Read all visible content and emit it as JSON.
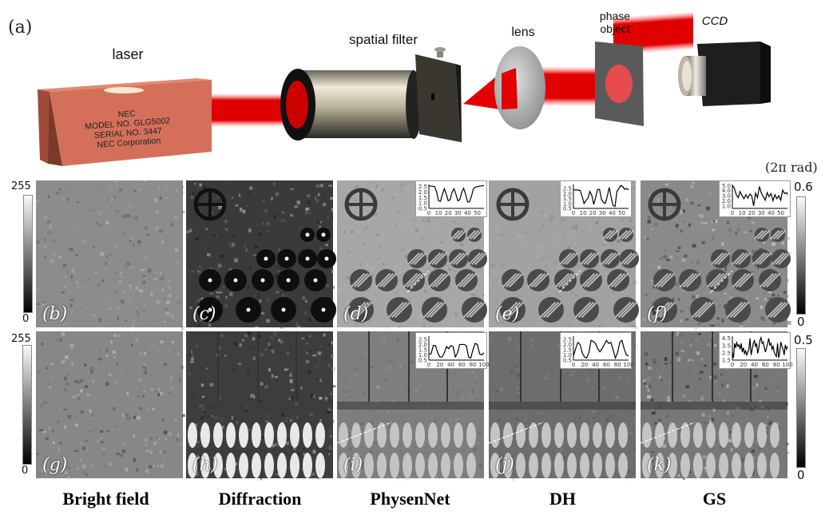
{
  "setup": {
    "panel_label": "(a)",
    "components": {
      "laser": "laser",
      "laser_plate": [
        "NEC",
        "MODEL NO. GLG5002",
        "SERIAL NO. 3447",
        "NEC Corporation"
      ],
      "spatial_filter": "spatial filter",
      "lens": "lens",
      "phase_object_line1": "phase",
      "phase_object_line2": "object",
      "ccd": "CCD"
    },
    "colors": {
      "beam": "#e00000",
      "laser_body": "#d4705a",
      "ccd_body": "#1c1c1c"
    }
  },
  "units_label": "(2π rad)",
  "colorbars": {
    "left_top": {
      "max": "255",
      "min": "0"
    },
    "left_bottom": {
      "max": "255",
      "min": "0"
    },
    "right_top": {
      "max": "0.6",
      "min": "0"
    },
    "right_bottom": {
      "max": "0.5",
      "min": "0"
    }
  },
  "columns": [
    "Bright field",
    "Diffraction",
    "PhysenNet",
    "DH",
    "GS"
  ],
  "panels": {
    "b": "(b)",
    "c": "(c)",
    "d": "(d)",
    "e": "(e)",
    "f": "(f)",
    "g": "(g)",
    "h": "(h)",
    "i": "(i)",
    "j": "(j)",
    "k": "(k)"
  },
  "chart_data": [
    {
      "type": "line",
      "panel": "d",
      "title": "",
      "xlabel": "",
      "ylabel": "",
      "xlim": [
        0,
        57
      ],
      "ylim": [
        0.5,
        2.7
      ],
      "xticks": [
        "0",
        "10",
        "20",
        "30",
        "40",
        "50"
      ],
      "yticks": [
        "0.5",
        "1.0",
        "1.5",
        "2.0",
        "2.5"
      ],
      "x": [
        0,
        3,
        6,
        8,
        10,
        12,
        14,
        16,
        18,
        20,
        22,
        24,
        26,
        28,
        30,
        32,
        34,
        36,
        38,
        40,
        42,
        44,
        46,
        48,
        50,
        53,
        57
      ],
      "y": [
        2.55,
        2.55,
        2.5,
        2.0,
        1.2,
        1.15,
        1.8,
        2.3,
        1.8,
        1.2,
        1.3,
        2.0,
        2.3,
        1.8,
        1.2,
        1.3,
        2.0,
        2.35,
        1.8,
        1.1,
        1.1,
        1.6,
        2.3,
        2.45,
        2.5,
        2.55,
        2.6
      ]
    },
    {
      "type": "line",
      "panel": "e",
      "title": "",
      "xlabel": "",
      "ylabel": "",
      "xlim": [
        0,
        57
      ],
      "ylim": [
        0.5,
        2.9
      ],
      "xticks": [
        "0",
        "10",
        "20",
        "30",
        "40",
        "50"
      ],
      "yticks": [
        "0.5",
        "1.0",
        "1.5",
        "2.0",
        "2.5"
      ],
      "x": [
        0,
        4,
        7,
        9,
        11,
        13,
        15,
        17,
        19,
        21,
        23,
        25,
        27,
        29,
        31,
        33,
        35,
        37,
        39,
        41,
        43,
        45,
        47,
        49,
        51,
        53,
        55,
        57
      ],
      "y": [
        2.35,
        2.35,
        2.3,
        1.7,
        1.0,
        1.3,
        1.5,
        2.2,
        1.8,
        0.9,
        1.6,
        2.4,
        2.4,
        1.4,
        1.1,
        1.0,
        1.7,
        2.6,
        1.6,
        0.8,
        0.7,
        2.2,
        2.5,
        2.8,
        2.7,
        2.4,
        2.5,
        2.35
      ]
    },
    {
      "type": "line",
      "panel": "f",
      "title": "",
      "xlabel": "",
      "ylabel": "",
      "xlim": [
        0,
        57
      ],
      "ylim": [
        0.5,
        5.2
      ],
      "xticks": [
        "0",
        "10",
        "20",
        "30",
        "40",
        "50"
      ],
      "yticks": [
        "1.0",
        "2.0",
        "3.0",
        "4.0",
        "5.0"
      ],
      "x": [
        0,
        2,
        4,
        6,
        8,
        10,
        12,
        14,
        16,
        18,
        20,
        22,
        24,
        26,
        28,
        30,
        32,
        34,
        36,
        38,
        40,
        42,
        44,
        46,
        48,
        50,
        52,
        54,
        56,
        57
      ],
      "y": [
        5.0,
        4.5,
        3.2,
        2.6,
        3.8,
        3.0,
        2.4,
        3.2,
        2.5,
        3.3,
        3.0,
        1.0,
        3.5,
        2.6,
        4.8,
        3.5,
        2.8,
        2.1,
        3.6,
        2.8,
        3.4,
        2.0,
        3.2,
        2.4,
        3.0,
        2.1,
        4.1,
        3.4,
        3.6,
        3.2
      ]
    },
    {
      "type": "line",
      "panel": "i",
      "title": "",
      "xlabel": "",
      "ylabel": "",
      "xlim": [
        0,
        100
      ],
      "ylim": [
        0.5,
        2.8
      ],
      "xticks": [
        "0",
        "20",
        "40",
        "60",
        "80",
        "100"
      ],
      "yticks": [
        "0.5",
        "1.0",
        "1.5",
        "2.0",
        "2.5"
      ],
      "x": [
        0,
        4,
        8,
        12,
        16,
        20,
        24,
        28,
        32,
        36,
        40,
        44,
        48,
        52,
        56,
        60,
        64,
        68,
        72,
        76,
        80,
        84,
        88,
        92,
        96,
        100
      ],
      "y": [
        1.1,
        1.1,
        1.9,
        1.9,
        1.2,
        0.8,
        0.8,
        1.2,
        1.8,
        1.6,
        1.9,
        1.8,
        0.8,
        1.2,
        2.0,
        2.0,
        2.0,
        1.9,
        0.8,
        0.7,
        1.5,
        2.1,
        2.0,
        1.1,
        1.0,
        1.2
      ]
    },
    {
      "type": "line",
      "panel": "j",
      "title": "",
      "xlabel": "",
      "ylabel": "",
      "xlim": [
        0,
        100
      ],
      "ylim": [
        0.5,
        2.8
      ],
      "xticks": [
        "0",
        "20",
        "40",
        "60",
        "80",
        "100"
      ],
      "yticks": [
        "0.5",
        "1.0",
        "1.5",
        "2.0",
        "2.5"
      ],
      "x": [
        0,
        4,
        8,
        12,
        16,
        20,
        24,
        28,
        32,
        36,
        40,
        44,
        48,
        52,
        56,
        60,
        64,
        68,
        72,
        76,
        80,
        84,
        88,
        92,
        96,
        100
      ],
      "y": [
        0.9,
        1.6,
        2.2,
        2.0,
        1.2,
        0.8,
        0.7,
        1.2,
        2.4,
        2.3,
        2.1,
        1.6,
        1.3,
        1.6,
        2.0,
        2.4,
        2.1,
        2.2,
        1.5,
        0.7,
        1.2,
        2.2,
        2.4,
        1.6,
        1.0,
        0.9
      ]
    },
    {
      "type": "line",
      "panel": "k",
      "title": "",
      "xlabel": "",
      "ylabel": "",
      "xlim": [
        0,
        100
      ],
      "ylim": [
        1.5,
        4.8
      ],
      "xticks": [
        "0",
        "20",
        "40",
        "60",
        "80",
        "100"
      ],
      "yticks": [
        "1.5",
        "2.5",
        "3.5",
        "4.5"
      ],
      "x": [
        0,
        2,
        4,
        6,
        8,
        10,
        12,
        14,
        16,
        18,
        20,
        22,
        24,
        26,
        28,
        30,
        32,
        34,
        36,
        38,
        40,
        42,
        44,
        46,
        48,
        50,
        52,
        54,
        56,
        58,
        60,
        62,
        64,
        66,
        68,
        70,
        72,
        74,
        76,
        78,
        80,
        82,
        84,
        86,
        88,
        90,
        92,
        94,
        96,
        98,
        100
      ],
      "y": [
        2.6,
        1.8,
        3.8,
        3.2,
        3.9,
        3.4,
        3.6,
        3.0,
        3.8,
        2.6,
        3.2,
        2.4,
        2.8,
        2.2,
        2.6,
        3.0,
        4.5,
        2.2,
        3.0,
        3.8,
        4.2,
        3.4,
        3.8,
        2.4,
        3.2,
        4.2,
        4.6,
        3.8,
        4.0,
        3.2,
        2.6,
        3.2,
        3.8,
        4.5,
        3.6,
        3.8,
        3.0,
        3.4,
        2.6,
        2.2,
        2.0,
        3.8,
        1.8,
        2.6,
        4.0,
        3.4,
        3.0,
        2.2,
        3.6,
        3.0,
        3.4
      ]
    }
  ]
}
